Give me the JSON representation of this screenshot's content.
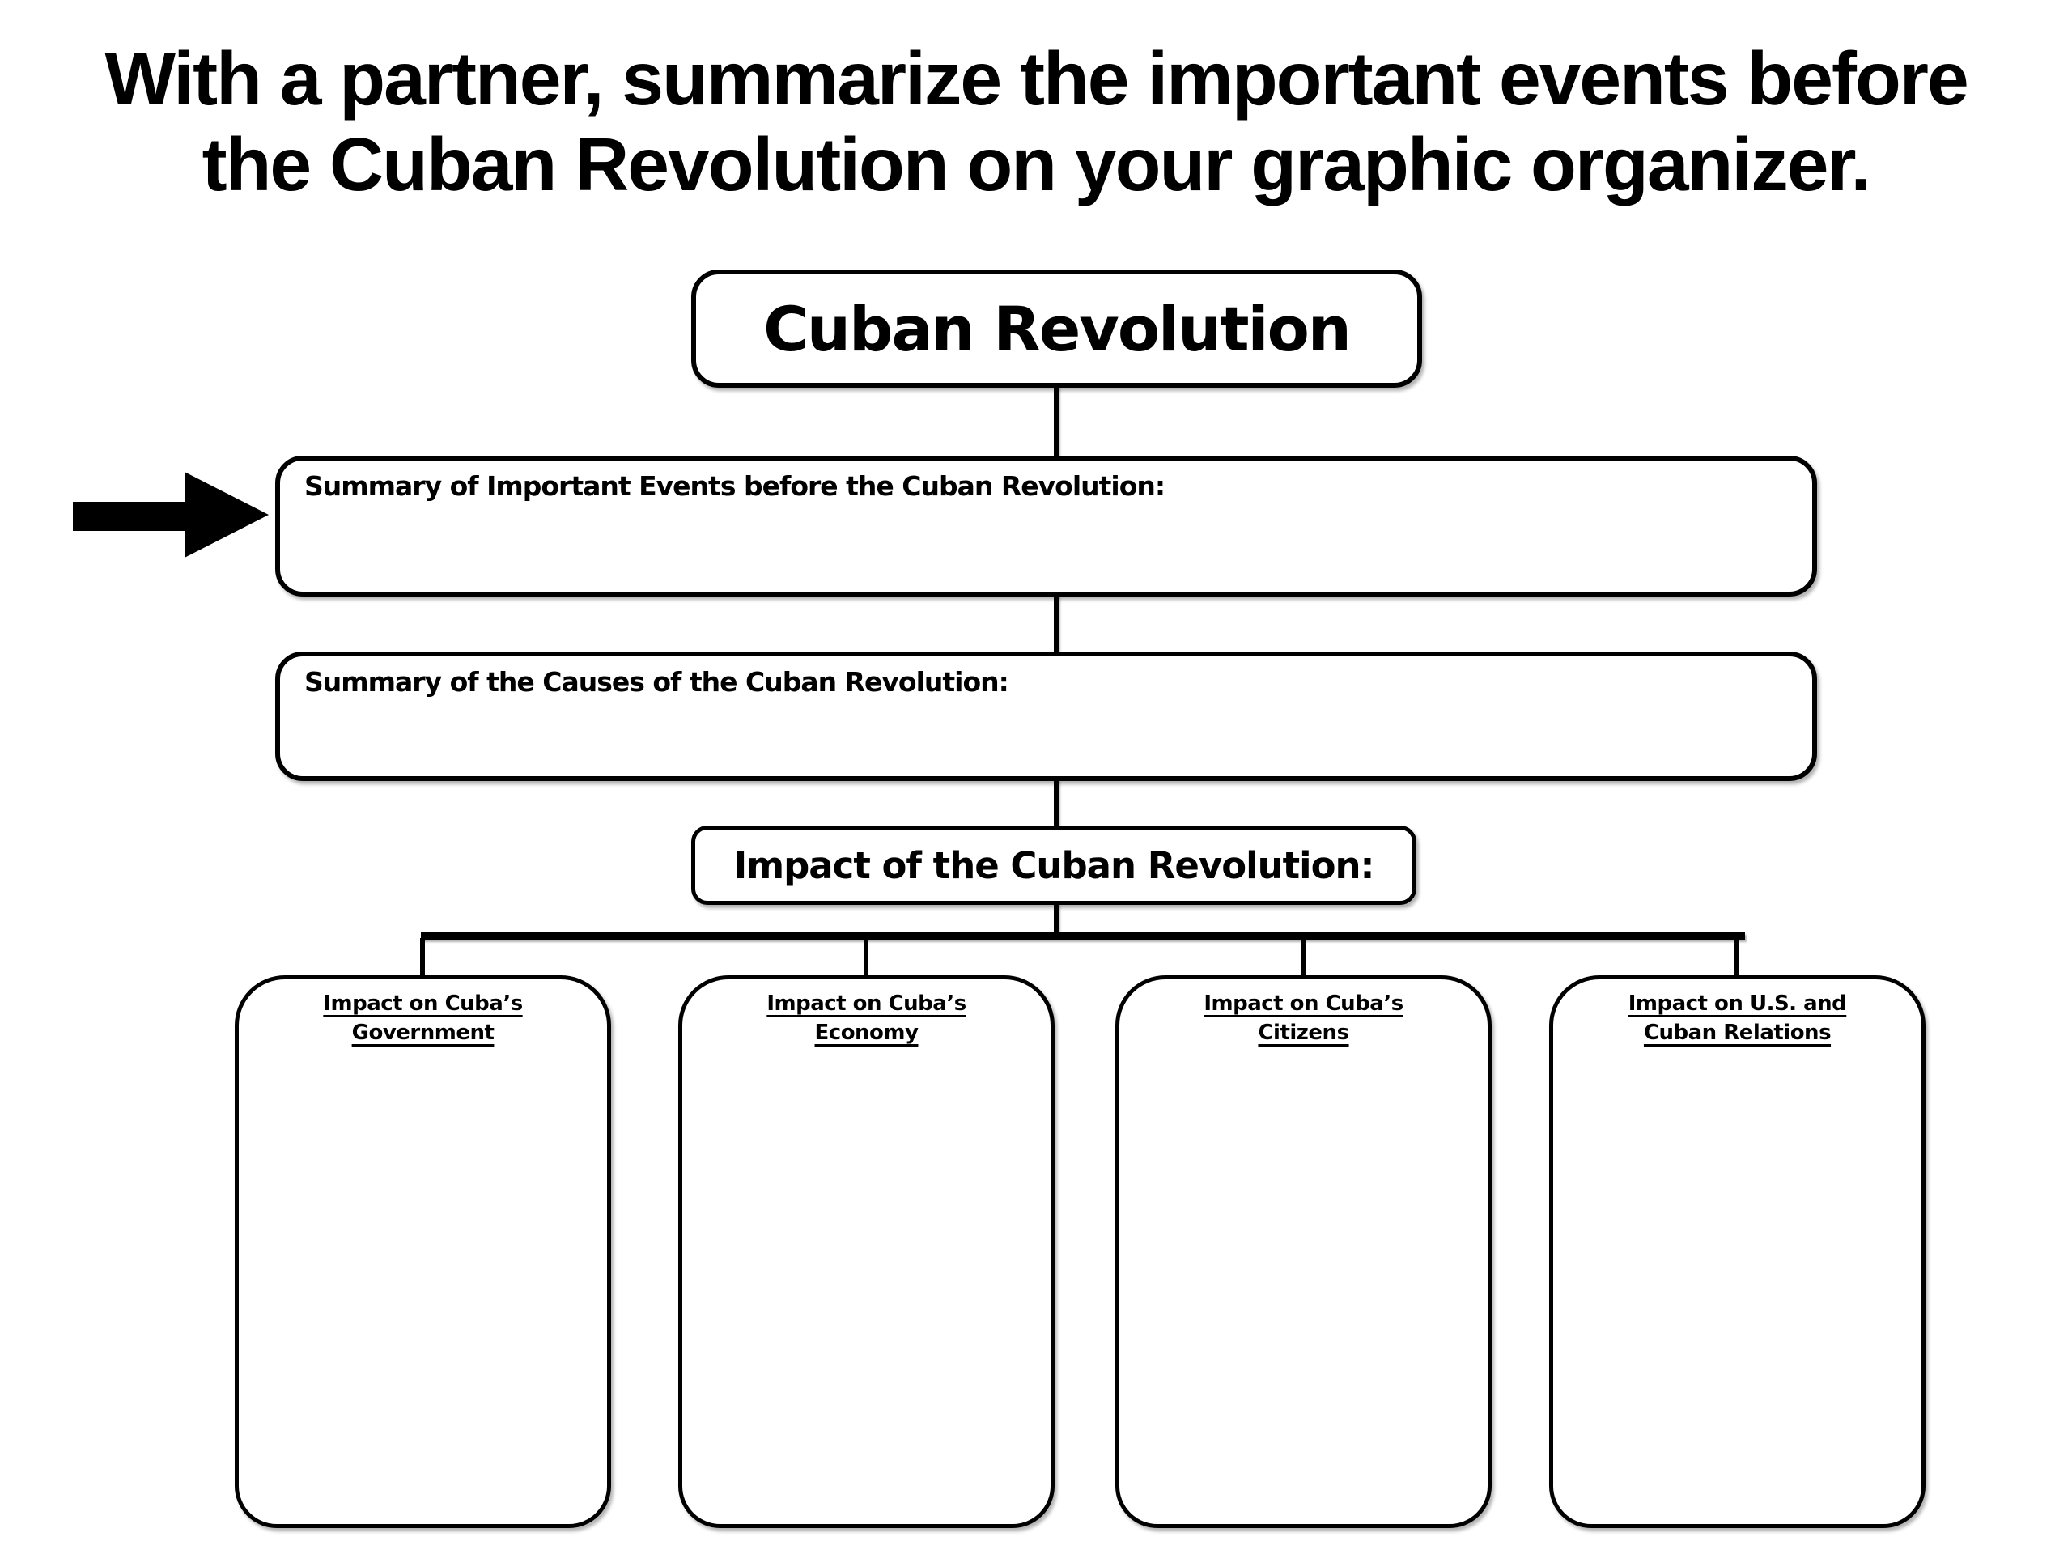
{
  "instruction": {
    "line1": "With a partner, summarize the important events before",
    "line2": "the Cuban Revolution on your graphic organizer."
  },
  "diagram": {
    "root": {
      "label": "Cuban Revolution"
    },
    "events": {
      "label": "Summary of Important Events before the Cuban Revolution:",
      "value": ""
    },
    "causes": {
      "label": "Summary of the Causes of the Cuban Revolution:",
      "value": ""
    },
    "impact": {
      "label": "Impact of the Cuban Revolution:"
    },
    "children": [
      {
        "line1": "Impact on Cuba’s",
        "line2": "Government",
        "value": ""
      },
      {
        "line1": "Impact on Cuba’s",
        "line2": "Economy",
        "value": ""
      },
      {
        "line1": "Impact on Cuba’s",
        "line2": "Citizens",
        "value": ""
      },
      {
        "line1": "Impact on U.S. and",
        "line2": "Cuban Relations",
        "value": ""
      }
    ],
    "icons": {
      "pointer_arrow": "right-arrow"
    },
    "colors": {
      "ink": "#000000",
      "paper": "#ffffff"
    }
  }
}
